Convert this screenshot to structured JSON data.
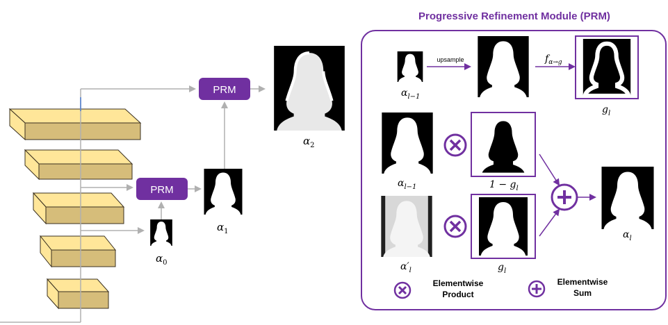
{
  "prm_module": {
    "title": "Progressive Refinement Module (PRM)",
    "upsample_label": "upsample",
    "f_label": "f",
    "f_subscript": "α→g",
    "labels": {
      "alpha_l_minus_1": "α",
      "sub_l_minus_1": "l−1",
      "g_l": "g",
      "sub_l": "l",
      "one_minus_g_l": "1 − g",
      "alpha_l": "α",
      "alpha_l_prime": "α′"
    },
    "legend": {
      "product_line1": "Elementwise",
      "product_line2": "Product",
      "sum_line1": "Elementwise",
      "sum_line2": "Sum"
    }
  },
  "main_flow": {
    "prm_top_label": "PRM",
    "prm_bottom_label": "PRM",
    "alpha_0": "α",
    "alpha_0_sub": "0",
    "alpha_1": "α",
    "alpha_1_sub": "1",
    "alpha_2": "α",
    "alpha_2_sub": "2"
  },
  "colors": {
    "purple": "#7030a0",
    "block_top": "#ffe699",
    "block_side": "#d6bd7a",
    "block_edge": "#3a3020",
    "arrow_gray": "#b0b0b0"
  }
}
